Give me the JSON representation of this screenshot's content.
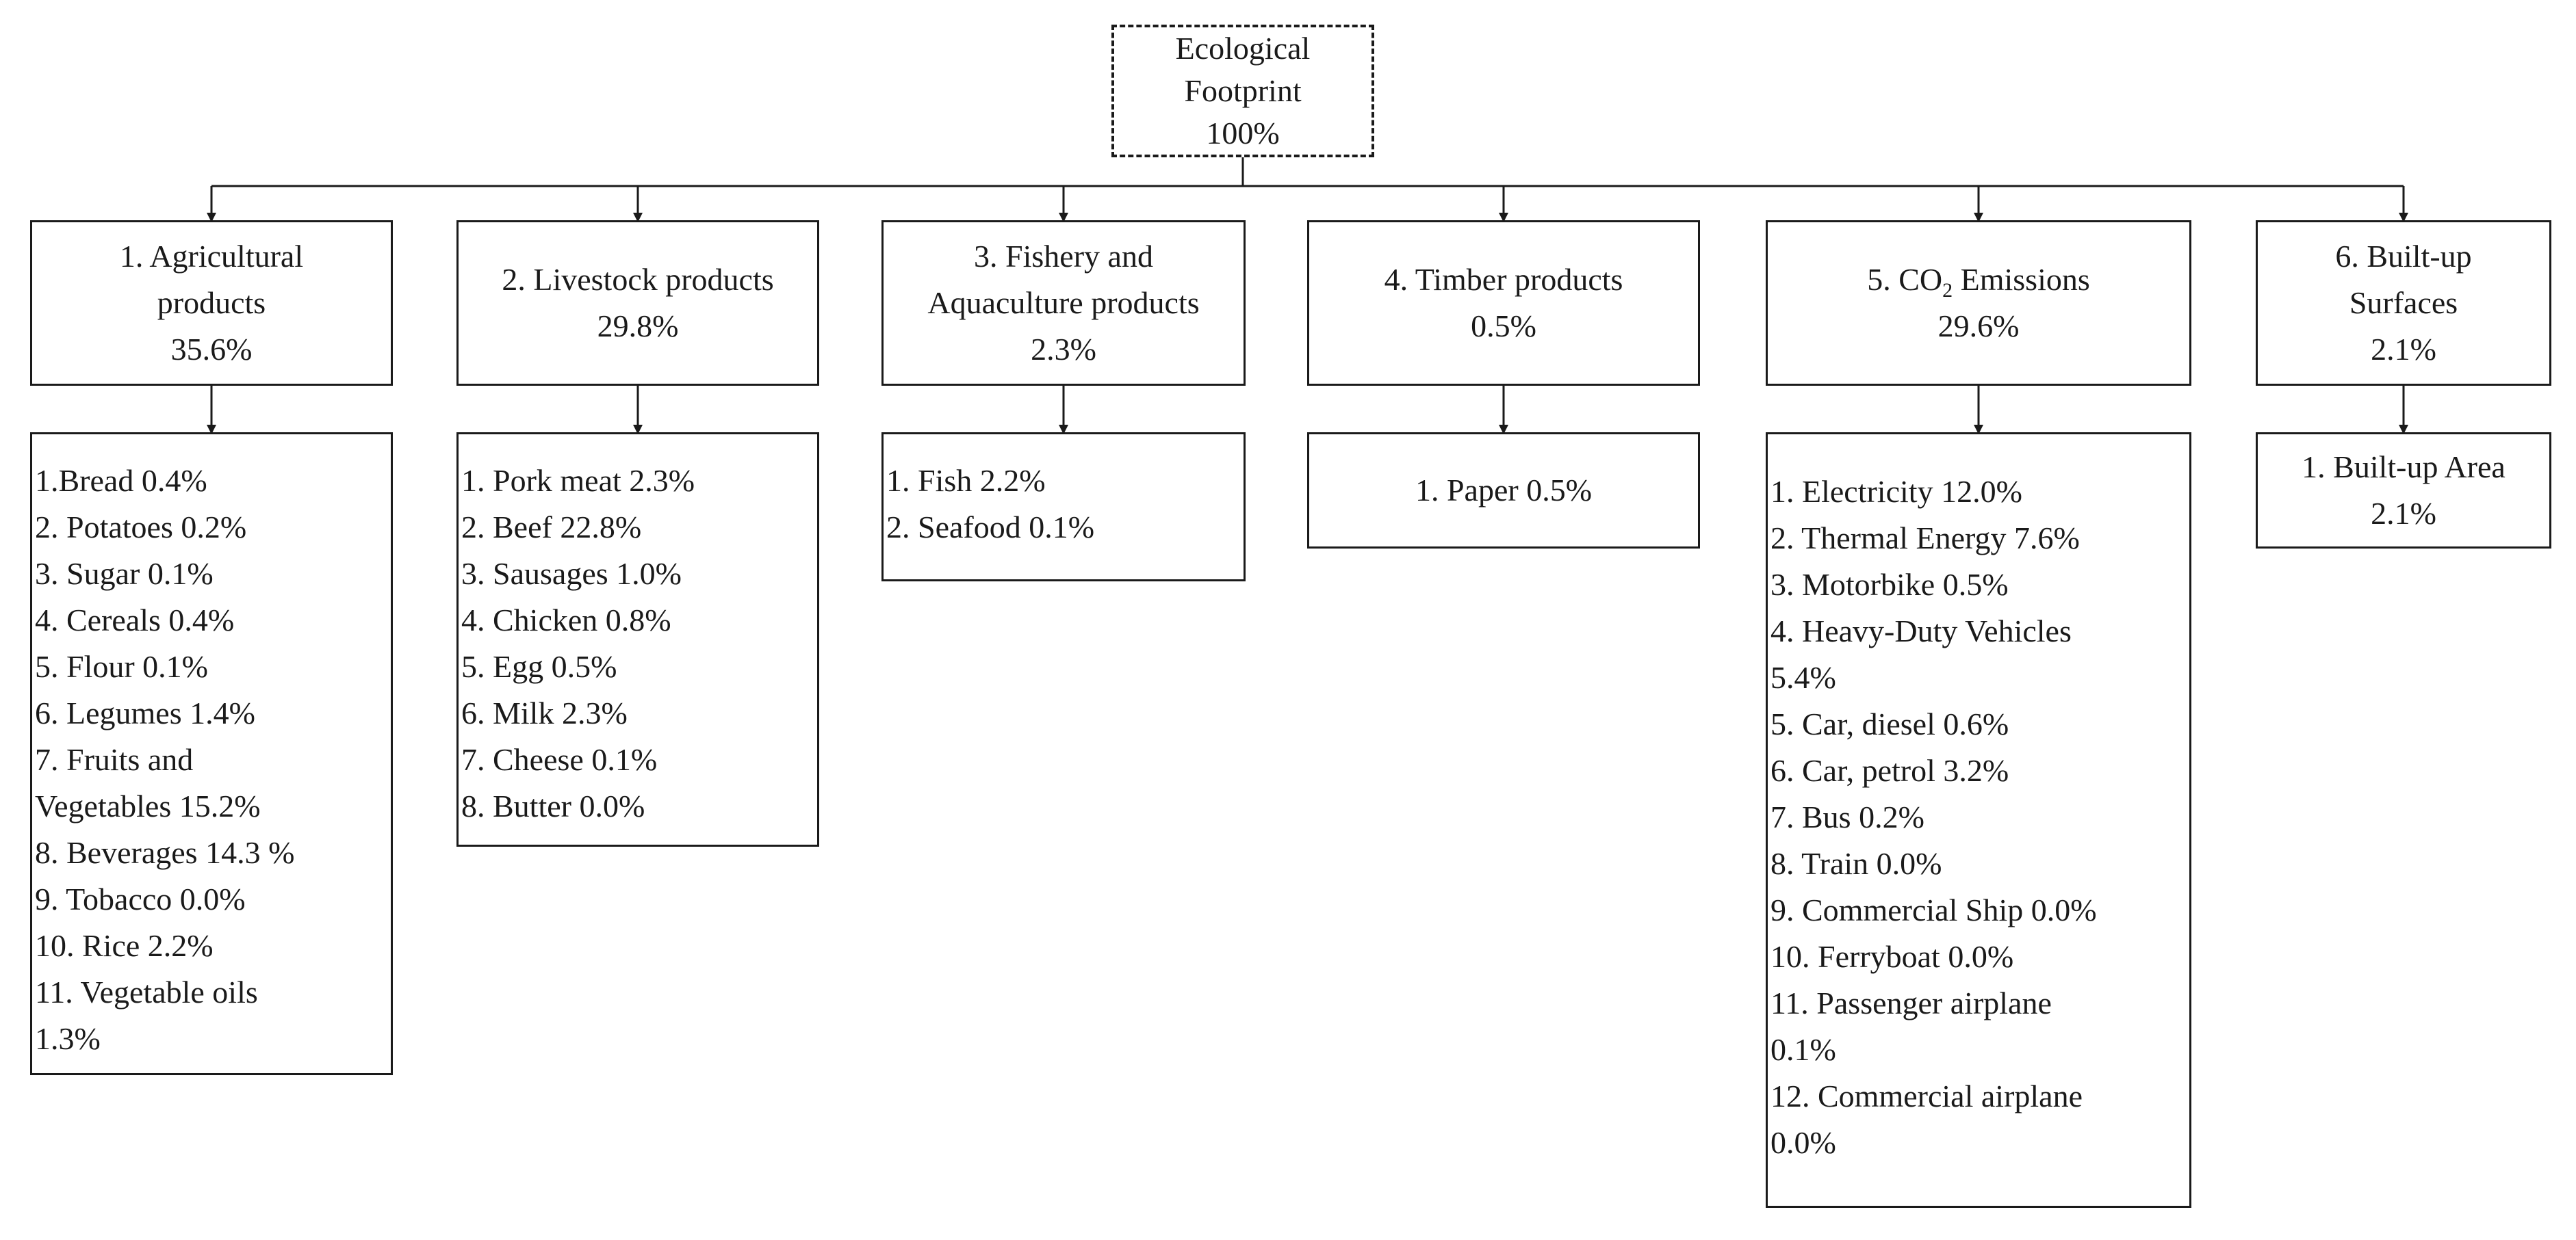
{
  "root": {
    "lines": [
      "Ecological",
      "Footprint",
      "100%"
    ]
  },
  "categories": [
    {
      "title_lines": [
        "1. Agricultural",
        "products",
        "35.6%"
      ],
      "items": [
        "1.Bread 0.4%",
        "2. Potatoes 0.2%",
        "3. Sugar 0.1%",
        "4. Cereals 0.4%",
        "5. Flour 0.1%",
        "6. Legumes 1.4%",
        "7. Fruits and",
        "Vegetables 15.2%",
        "8. Beverages 14.3 %",
        "9. Tobacco 0.0%",
        "10. Rice 2.2%",
        "11. Vegetable oils",
        "1.3%"
      ]
    },
    {
      "title_lines": [
        "2. Livestock products",
        "29.8%"
      ],
      "items": [
        "1. Pork meat 2.3%",
        "2. Beef 22.8%",
        "3. Sausages 1.0%",
        "4. Chicken 0.8%",
        "5. Egg 0.5%",
        "6. Milk 2.3%",
        "7. Cheese 0.1%",
        "8. Butter 0.0%"
      ]
    },
    {
      "title_lines": [
        "3. Fishery and",
        "Aquaculture products",
        "2.3%"
      ],
      "items": [
        "1. Fish 2.2%",
        "2. Seafood 0.1%"
      ]
    },
    {
      "title_lines": [
        "4. Timber products",
        "0.5%"
      ],
      "items": [
        "1. Paper 0.5%"
      ]
    },
    {
      "title_prefix": "5. CO",
      "title_sub": "2",
      "title_suffix": " Emissions",
      "title_pct": "29.6%",
      "items": [
        "1. Electricity 12.0%",
        "2. Thermal Energy 7.6%",
        "3. Motorbike 0.5%",
        "4. Heavy-Duty Vehicles",
        "5.4%",
        "5. Car, diesel 0.6%",
        "6. Car, petrol 3.2%",
        "7. Bus 0.2%",
        "8. Train 0.0%",
        "9. Commercial Ship 0.0%",
        "10. Ferryboat 0.0%",
        "11. Passenger airplane",
        "0.1%",
        "12. Commercial airplane",
        "0.0%"
      ]
    },
    {
      "title_lines": [
        "6. Built-up",
        "Surfaces",
        "2.1%"
      ],
      "items": [
        "1. Built-up Area",
        "2.1%"
      ]
    }
  ]
}
